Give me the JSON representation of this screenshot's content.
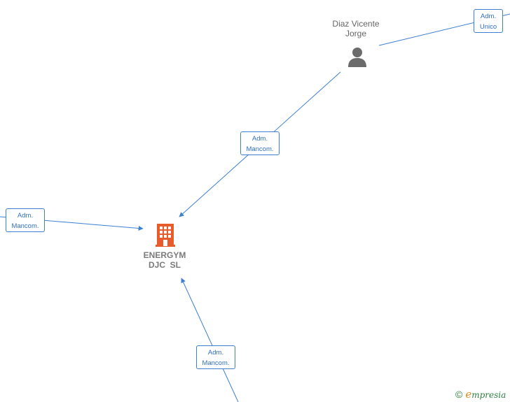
{
  "diagram": {
    "company": {
      "name_line1": "ENERGYM",
      "name_line2": "DJC  SL",
      "icon": "building-icon",
      "icon_color": "#e85c2c"
    },
    "person": {
      "name_line1": "Diaz Vicente",
      "name_line2": "Jorge",
      "icon": "person-icon",
      "icon_color": "#6b6b6b"
    },
    "relations": [
      {
        "line1": "Adm.",
        "line2": "Unico"
      },
      {
        "line1": "Adm.",
        "line2": "Mancom."
      },
      {
        "line1": "Adm.",
        "line2": "Mancom."
      },
      {
        "line1": "Adm.",
        "line2": "Mancom."
      }
    ],
    "edge_color": "#3d7fd0"
  },
  "footer": {
    "copyright_symbol": "©",
    "brand_initial": "e",
    "brand_rest": "mpresia"
  }
}
